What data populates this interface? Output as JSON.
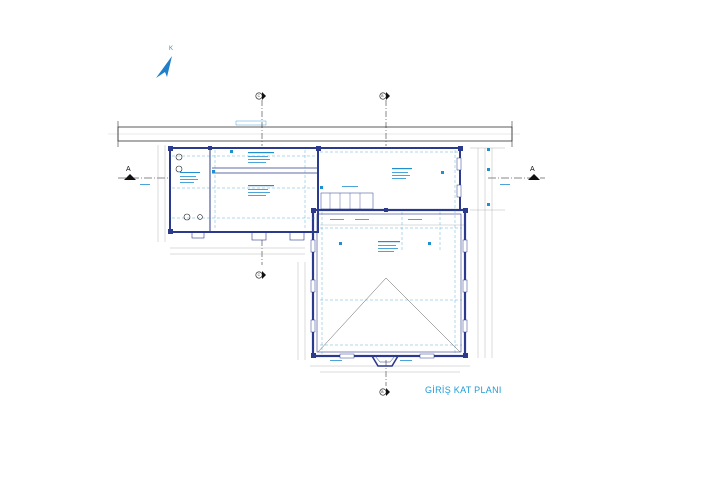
{
  "drawing": {
    "title": "GİRİŞ KAT PLANI",
    "north_label": "K",
    "section_label_left": "A",
    "section_label_right": "A",
    "axis_label_top_left": "C",
    "axis_label_top_right": "B",
    "axis_label_mid_left": "C",
    "axis_label_bottom": "B"
  },
  "colors": {
    "wall": "#2b3a8c",
    "annotation": "#1f8fd0",
    "dimension": "#9a9a9a",
    "axis": "#111111",
    "title": "#1f9bd6"
  },
  "icons": [
    "north-arrow-icon",
    "section-marker-icon",
    "axis-marker-icon"
  ]
}
